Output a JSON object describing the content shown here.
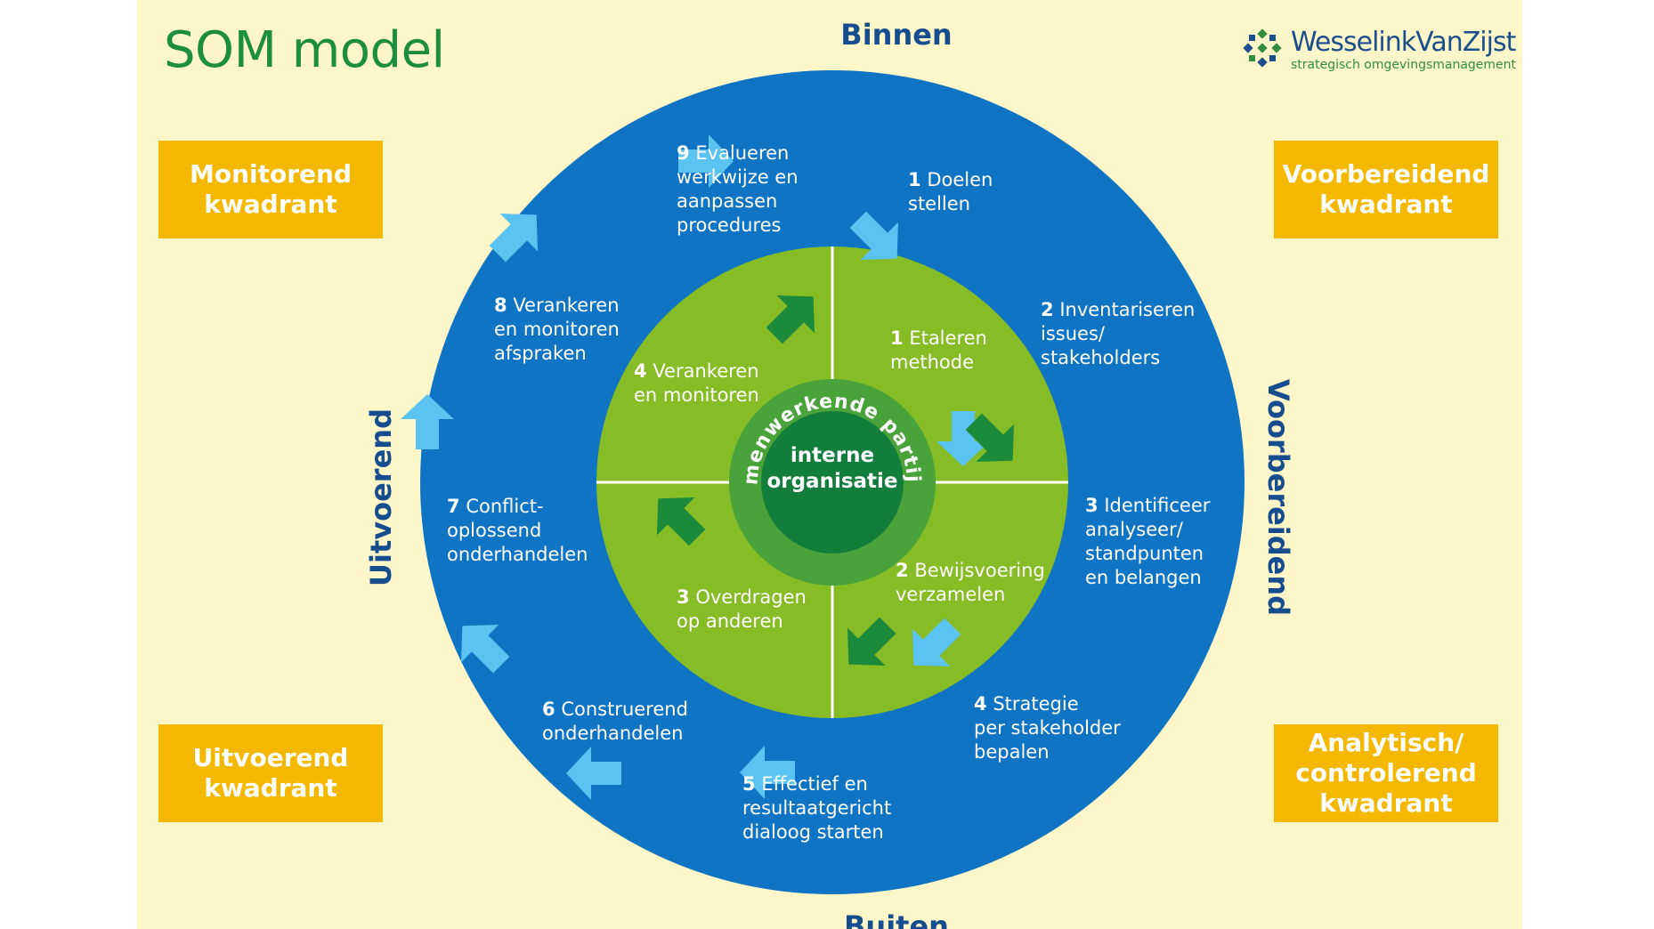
{
  "title": "SOM model",
  "axes": {
    "top": "Binnen",
    "bottom": "Buiten",
    "left": "Uitvoerend",
    "right": "Voorbereidend"
  },
  "quadrants": {
    "top_left": "Monitorend\nkwadrant",
    "top_right": "Voorbereidend\nkwadrant",
    "bottom_left": "Uitvoerend\nkwadrant",
    "bottom_right": "Analytisch/\ncontrolerend\nkwadrant"
  },
  "logo": {
    "name": "WesselinkVanZijst",
    "tagline": "strategisch omgevingsmanagement"
  },
  "outer_steps": [
    {
      "num": "1",
      "text": "Doelen\nstellen"
    },
    {
      "num": "2",
      "text": "Inventariseren\nissues/\nstakeholders"
    },
    {
      "num": "3",
      "text": "Identificeer\nanalyseer/\nstandpunten\nen belangen"
    },
    {
      "num": "4",
      "text": "Strategie\nper stakeholder\nbepalen"
    },
    {
      "num": "5",
      "text": "Effectief en\nresultaatgericht\ndialoog starten"
    },
    {
      "num": "6",
      "text": "Construerend\nonderhandelen"
    },
    {
      "num": "7",
      "text": "Conflict-\noplossend\nonderhandelen"
    },
    {
      "num": "8",
      "text": "Verankeren\nen monitoren\nafspraken"
    },
    {
      "num": "9",
      "text": "Evalueren\nwerkwijze en\naanpassen\nprocedures"
    }
  ],
  "inner_steps": [
    {
      "num": "1",
      "text": "Etaleren\nmethode"
    },
    {
      "num": "2",
      "text": "Bewijsvoering\nverzamelen"
    },
    {
      "num": "3",
      "text": "Overdragen\nop anderen"
    },
    {
      "num": "4",
      "text": "Verankeren\nen monitoren"
    }
  ],
  "ring_label": "samenwerkende partijen",
  "center_label": "interne\norganisatie",
  "colors": {
    "background": "#fdf6c8",
    "outer_ring": "#0f74c4",
    "outer_arrows": "#5bc3f2",
    "inner_circle": "#86bc25",
    "inner_arrows": "#1b8a3a",
    "ring": "#4aa33a",
    "core": "#137d3b",
    "quadrant_box": "#f5b800",
    "axis_text": "#164d8f",
    "title": "#1d8f3c"
  }
}
